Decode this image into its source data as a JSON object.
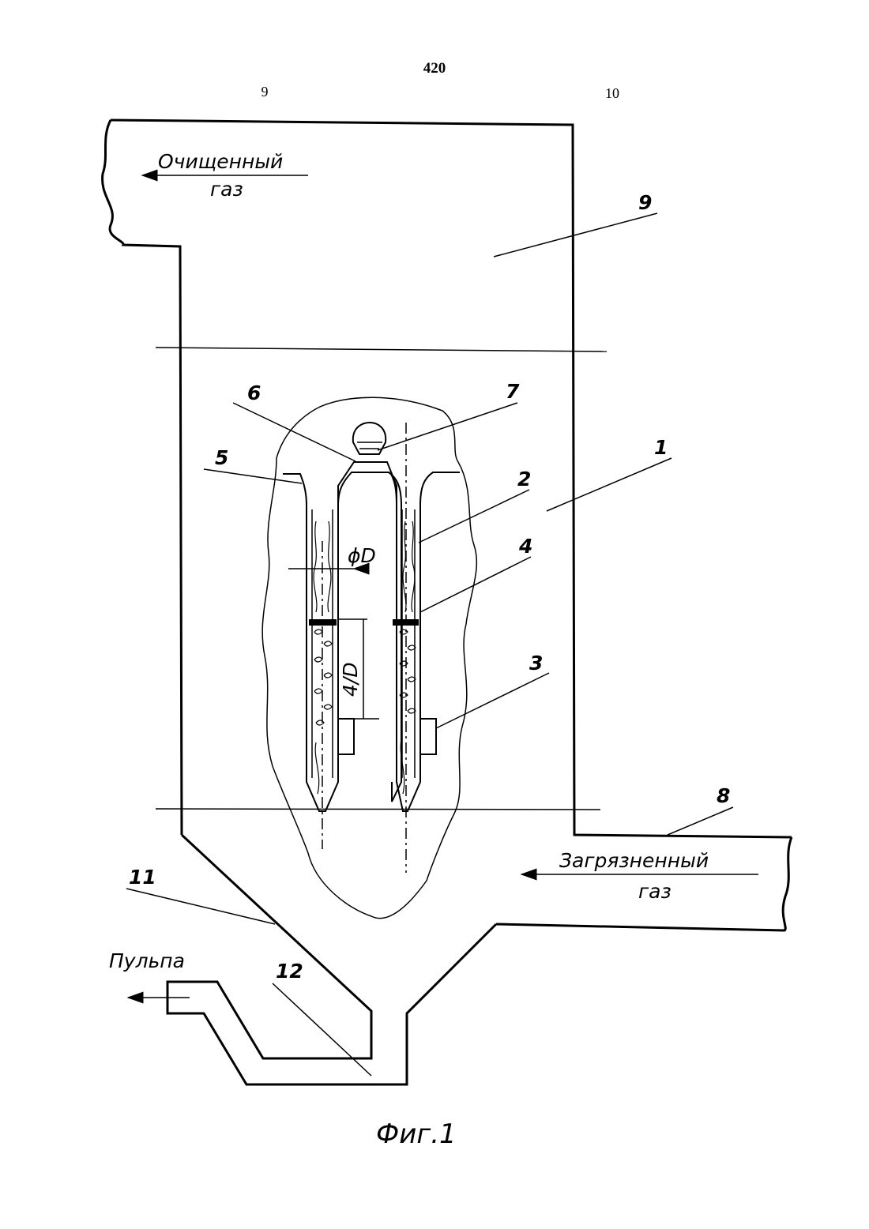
{
  "header": {
    "page_number": "420",
    "column_left": "9",
    "column_right": "10"
  },
  "labels": {
    "clean_gas_line1": "Очищенный",
    "clean_gas_line2": "газ",
    "dirty_gas_line1": "Загрязненный",
    "dirty_gas_line2": "газ",
    "pulp": "Пульпа",
    "diameter": "ϕD",
    "length_ratio": "4/D"
  },
  "callouts": [
    "1",
    "2",
    "3",
    "4",
    "5",
    "6",
    "7",
    "8",
    "9",
    "11",
    "12"
  ],
  "caption": "Фиг.1"
}
